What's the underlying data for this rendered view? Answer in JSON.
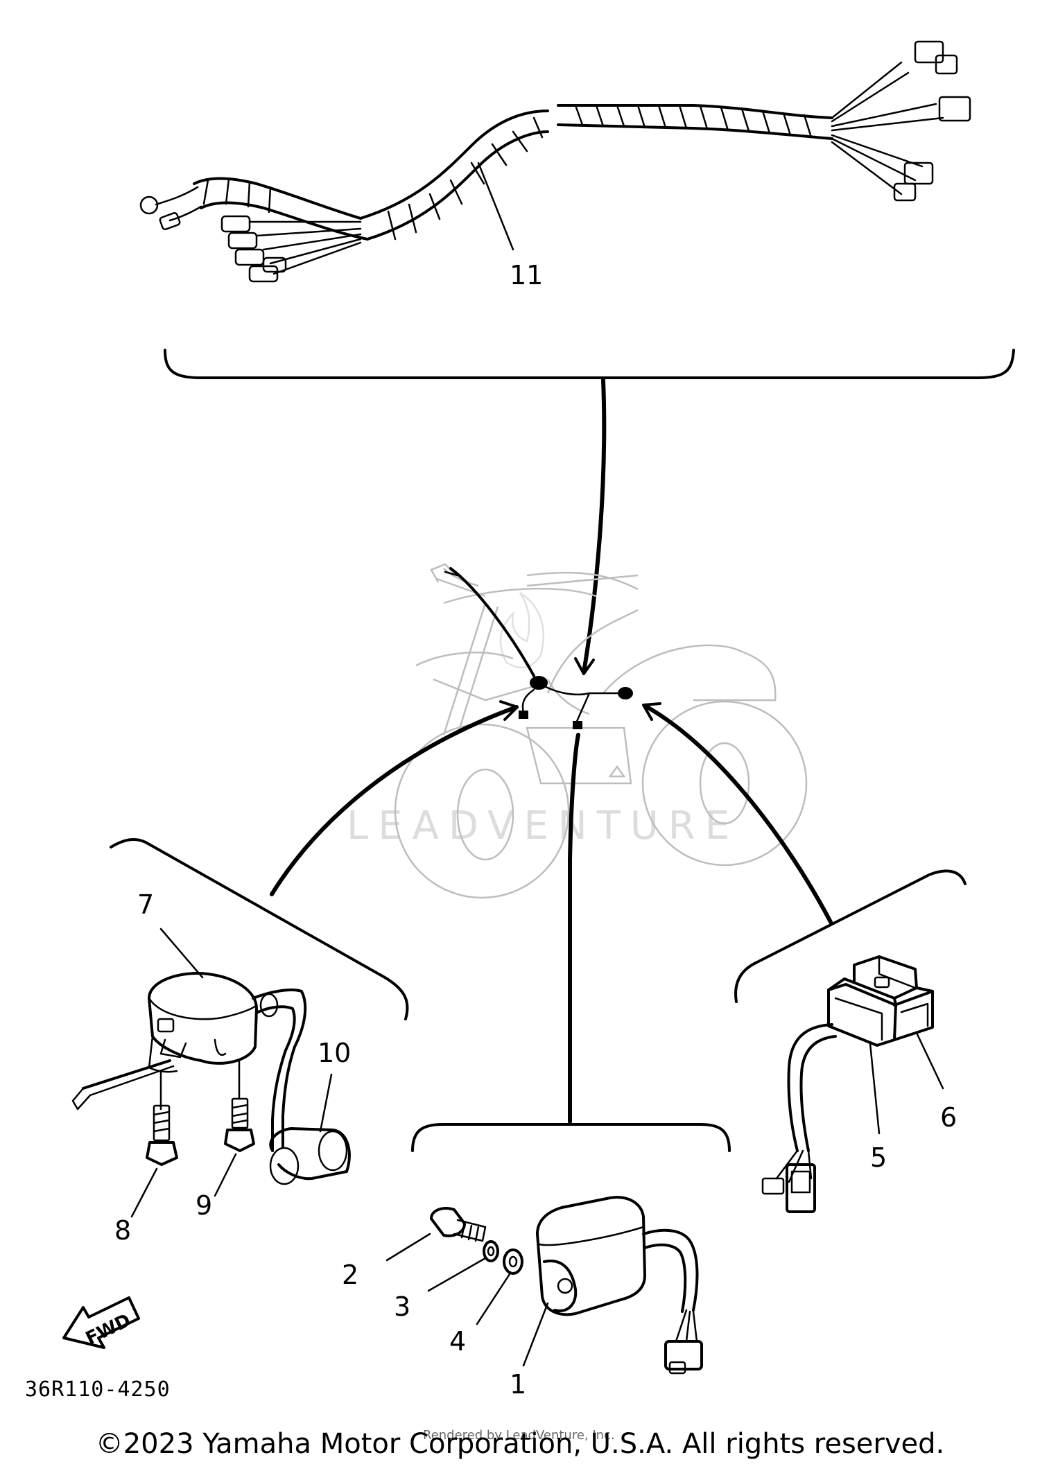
{
  "diagram_code": "36R110-4250",
  "fwd_label": "FWD",
  "watermark": "LEADVENTURE",
  "credit": "Rendered by LeadVenture, Inc.",
  "copyright": "©2023 Yamaha Motor Corporation, U.S.A. All rights reserved.",
  "callouts": {
    "c1": "1",
    "c2": "2",
    "c3": "3",
    "c4": "4",
    "c5": "5",
    "c6": "6",
    "c7": "7",
    "c8": "8",
    "c9": "9",
    "c10": "10",
    "c11": "11"
  }
}
